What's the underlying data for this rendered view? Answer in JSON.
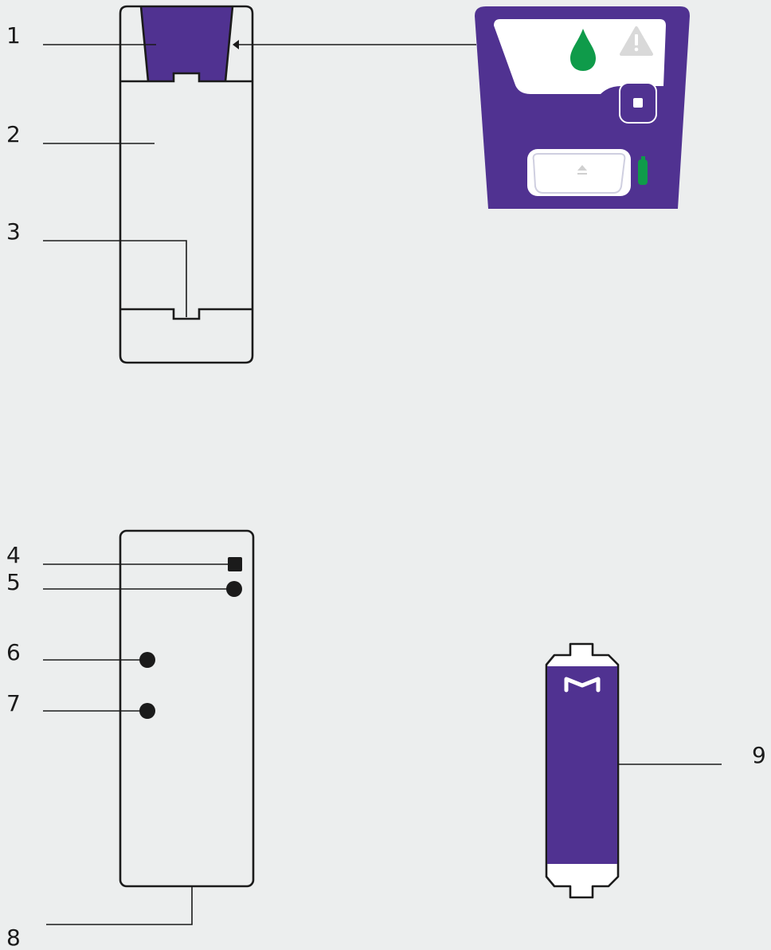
{
  "callouts": [
    {
      "id": "1",
      "label": "1"
    },
    {
      "id": "2",
      "label": "2"
    },
    {
      "id": "3",
      "label": "3"
    },
    {
      "id": "4",
      "label": "4"
    },
    {
      "id": "5",
      "label": "5"
    },
    {
      "id": "6",
      "label": "6"
    },
    {
      "id": "7",
      "label": "7"
    },
    {
      "id": "8",
      "label": "8"
    },
    {
      "id": "9",
      "label": "9"
    }
  ],
  "colors": {
    "background": "#eceeee",
    "line": "#1b1b1b",
    "device_purple": "#503291",
    "panel_white": "#ffffff",
    "indicator_green": "#0f9b4a",
    "warning_gray": "#d9d9d9"
  },
  "icons": {
    "drop": "water-drop-icon",
    "warning": "warning-triangle-icon",
    "stop": "stop-button-icon",
    "eject": "eject-icon",
    "battery": "battery-icon",
    "logo": "m-logo-icon"
  }
}
